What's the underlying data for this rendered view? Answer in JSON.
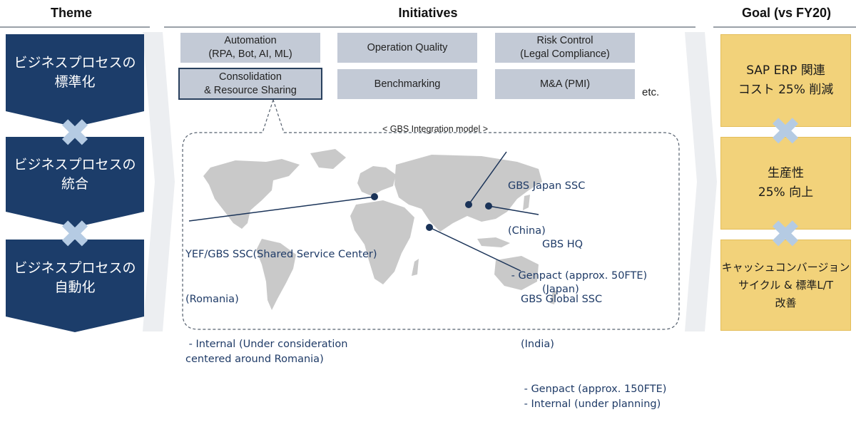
{
  "headers": {
    "theme": "Theme",
    "initiatives": "Initiatives",
    "goal": "Goal (vs FY20)"
  },
  "themes": [
    {
      "label": "ビジネスプロセスの\n標準化"
    },
    {
      "label": "ビジネスプロセスの\n統合"
    },
    {
      "label": "ビジネスプロセスの\n自動化"
    }
  ],
  "initiatives": [
    {
      "label": "Automation\n(RPA, Bot, AI, ML)"
    },
    {
      "label": "Operation Quality"
    },
    {
      "label": "Risk Control\n(Legal Compliance)"
    },
    {
      "label": "Consolidation\n& Resource Sharing"
    },
    {
      "label": "Benchmarking"
    },
    {
      "label": "M&A (PMI)"
    }
  ],
  "etc": "etc.",
  "gbs_caption": "< GBS Integration model >",
  "locations": {
    "romania": {
      "title": "YEF/GBS SSC(Shared Service Center)",
      "country": "(Romania)",
      "detail": " - Internal (Under consideration\ncentered around Romania)"
    },
    "china": {
      "title": "GBS Japan SSC",
      "country": "(China)",
      "detail": " - Genpact (approx. 50FTE)"
    },
    "japan": {
      "title": "GBS HQ",
      "country": "(Japan)"
    },
    "india": {
      "title": "GBS Global SSC",
      "country": "(India)",
      "detail": " - Genpact (approx. 150FTE)\n - Internal (under planning)"
    }
  },
  "goals": [
    {
      "label": "SAP ERP 関連\nコスト 25% 削減"
    },
    {
      "label": "生産性\n25% 向上"
    },
    {
      "label": "キャッシュコンバージョン\nサイクル & 標準L/T\n改善"
    }
  ],
  "colors": {
    "theme_blue": "#1c3d6a",
    "initiative_gray": "#c3cad6",
    "goal_yellow": "#f2d27a",
    "map_gray": "#c9c9c9",
    "marker": "#1a3358"
  }
}
